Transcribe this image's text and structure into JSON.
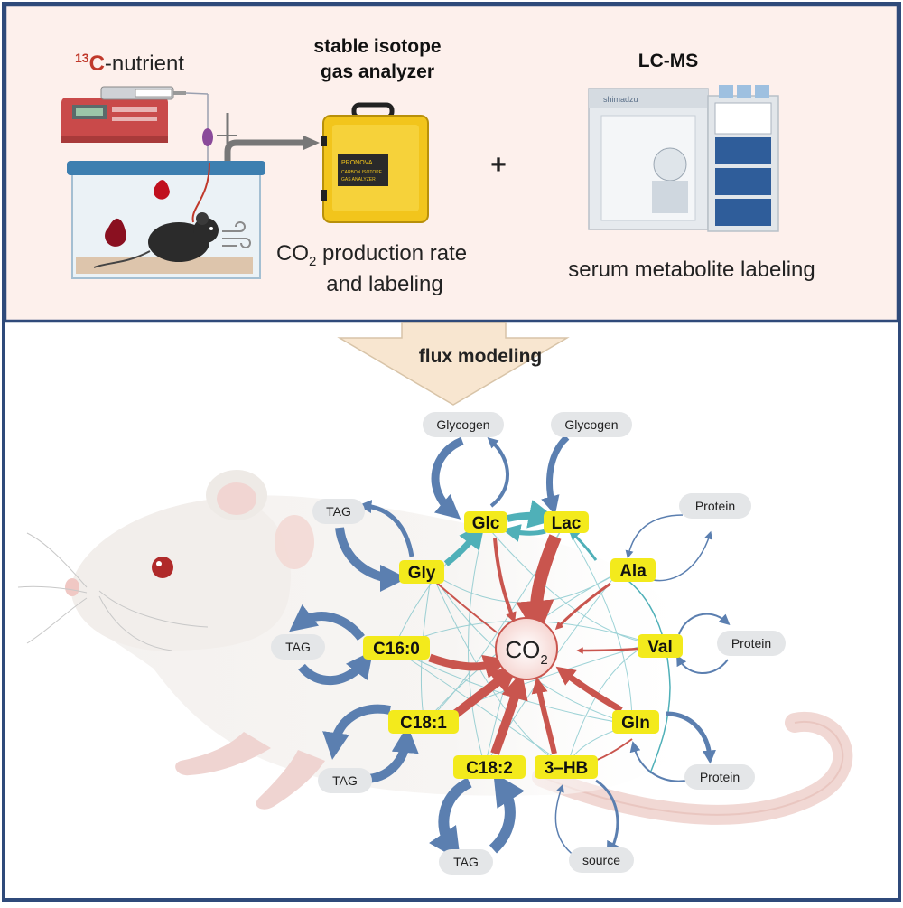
{
  "top_panel": {
    "nutrient_label": {
      "sup": "13",
      "c": "C",
      "rest": "-nutrient"
    },
    "gas_analyzer_title": [
      "stable isotope",
      "gas analyzer"
    ],
    "co2_caption": {
      "co": "CO",
      "sub": "2",
      "rest": " production rate",
      "line2": "and labeling"
    },
    "plus": "+",
    "lcms_title": "LC-MS",
    "lcms_caption": "serum metabolite labeling",
    "analyzer_case_text": [
      "PRONOVA",
      "CARBON ISOTOPE",
      "GAS ANALYZER"
    ],
    "lcms_brand": "shimadzu"
  },
  "arrow_label": "flux modeling",
  "network": {
    "center": {
      "co": "CO",
      "sub": "2"
    },
    "metabolites": [
      "Glc",
      "Lac",
      "Gly",
      "Ala",
      "C16:0",
      "Val",
      "C18:1",
      "Gln",
      "C18:2",
      "3–HB"
    ],
    "stores": [
      "Glycogen",
      "Glycogen",
      "TAG",
      "Protein",
      "TAG",
      "Protein",
      "TAG",
      "Protein",
      "TAG",
      "source"
    ]
  },
  "colors": {
    "highlight": "#f3ea1c",
    "blue_arrow": "#5b7fb0",
    "red_arrow": "#c9554e",
    "teal_line": "#4fb0b8",
    "top_bg": "#fdf0ec",
    "border": "#2f4a7a"
  }
}
